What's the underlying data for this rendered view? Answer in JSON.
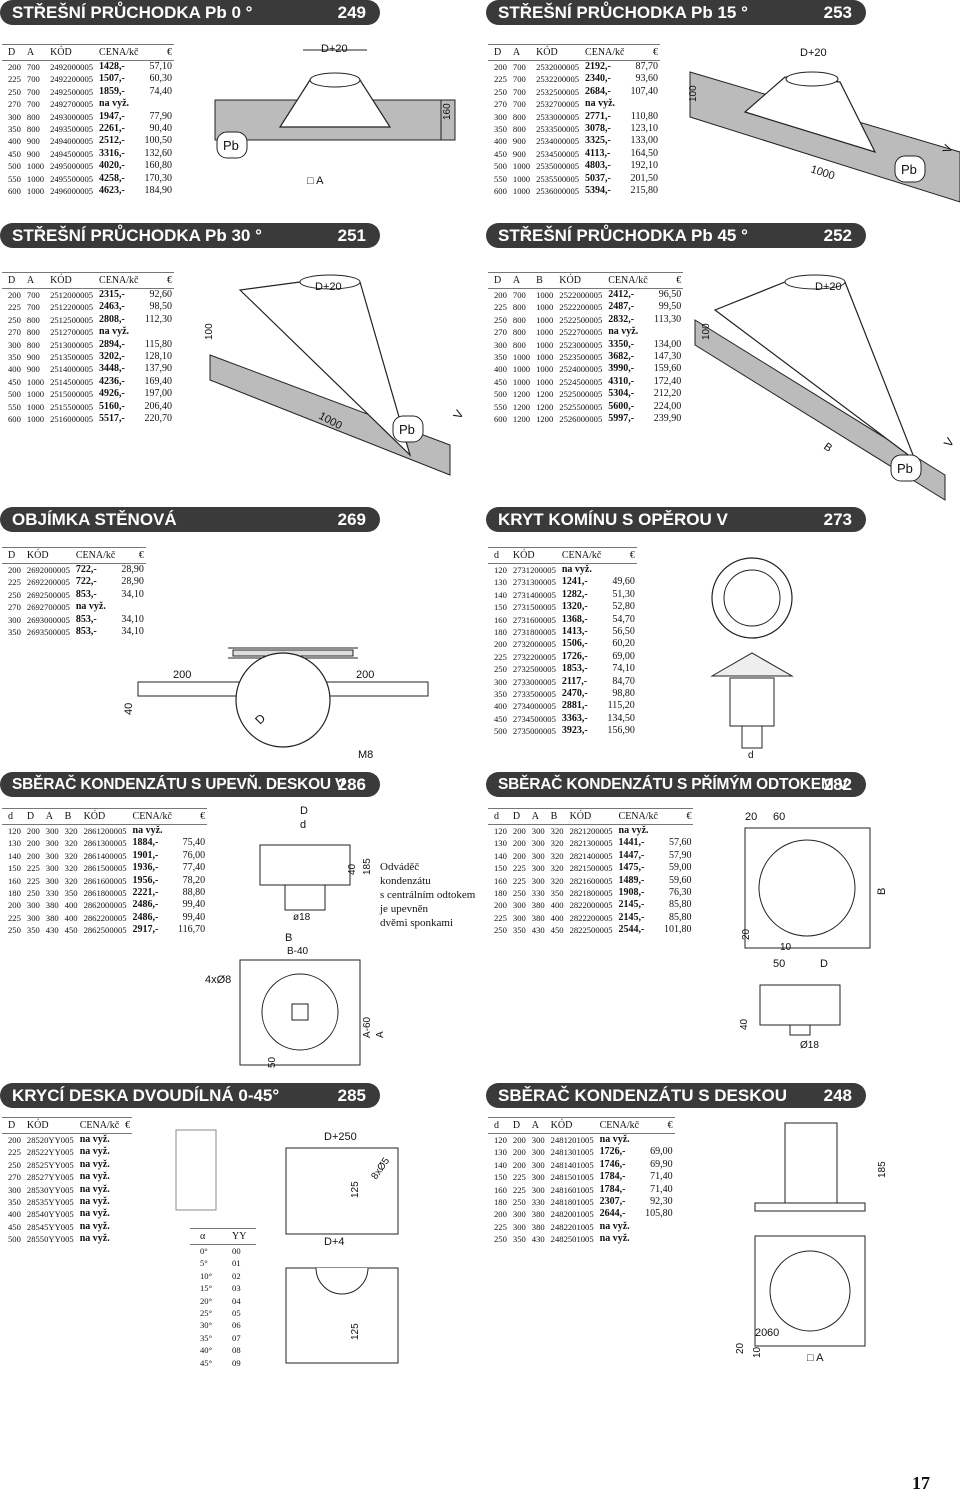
{
  "sections": [
    {
      "title": "STŘEŠNÍ PRŮCHODKA Pb 0 °",
      "page": "249",
      "headers": [
        "D",
        "A",
        "KÓD",
        "CENA/kč",
        "€"
      ],
      "rows": [
        [
          "200",
          "700",
          "2492000005",
          "1428,-",
          "57,10"
        ],
        [
          "225",
          "700",
          "2492200005",
          "1507,-",
          "60,30"
        ],
        [
          "250",
          "700",
          "2492500005",
          "1859,-",
          "74,40"
        ],
        [
          "270",
          "700",
          "2492700005",
          "na vyž.",
          ""
        ],
        [
          "300",
          "800",
          "2493000005",
          "1947,-",
          "77,90"
        ],
        [
          "350",
          "800",
          "2493500005",
          "2261,-",
          "90,40"
        ],
        [
          "400",
          "900",
          "2494000005",
          "2512,-",
          "100,50"
        ],
        [
          "450",
          "900",
          "2494500005",
          "3316,-",
          "132,60"
        ],
        [
          "500",
          "1000",
          "2495000005",
          "4020,-",
          "160,80"
        ],
        [
          "550",
          "1000",
          "2495500005",
          "4258,-",
          "170,30"
        ],
        [
          "600",
          "1000",
          "2496000005",
          "4623,-",
          "184,90"
        ]
      ]
    },
    {
      "title": "STŘEŠNÍ PRŮCHODKA Pb 15 °",
      "page": "253",
      "headers": [
        "D",
        "A",
        "KÓD",
        "CENA/kč",
        "€"
      ],
      "rows": [
        [
          "200",
          "700",
          "2532000005",
          "2192,-",
          "87,70"
        ],
        [
          "225",
          "700",
          "2532200005",
          "2340,-",
          "93,60"
        ],
        [
          "250",
          "700",
          "2532500005",
          "2684,-",
          "107,40"
        ],
        [
          "270",
          "700",
          "2532700005",
          "na vyž.",
          ""
        ],
        [
          "300",
          "800",
          "2533000005",
          "2771,-",
          "110,80"
        ],
        [
          "350",
          "800",
          "2533500005",
          "3078,-",
          "123,10"
        ],
        [
          "400",
          "900",
          "2534000005",
          "3325,-",
          "133,00"
        ],
        [
          "450",
          "900",
          "2534500005",
          "4113,-",
          "164,50"
        ],
        [
          "500",
          "1000",
          "2535000005",
          "4803,-",
          "192,10"
        ],
        [
          "550",
          "1000",
          "2535500005",
          "5037,-",
          "201,50"
        ],
        [
          "600",
          "1000",
          "2536000005",
          "5394,-",
          "215,80"
        ]
      ]
    },
    {
      "title": "STŘEŠNÍ PRŮCHODKA Pb 30 °",
      "page": "251",
      "headers": [
        "D",
        "A",
        "KÓD",
        "CENA/kč",
        "€"
      ],
      "rows": [
        [
          "200",
          "700",
          "2512000005",
          "2315,-",
          "92,60"
        ],
        [
          "225",
          "700",
          "2512200005",
          "2463,-",
          "98,50"
        ],
        [
          "250",
          "800",
          "2512500005",
          "2808,-",
          "112,30"
        ],
        [
          "270",
          "800",
          "2512700005",
          "na vyž.",
          ""
        ],
        [
          "300",
          "800",
          "2513000005",
          "2894,-",
          "115,80"
        ],
        [
          "350",
          "900",
          "2513500005",
          "3202,-",
          "128,10"
        ],
        [
          "400",
          "900",
          "2514000005",
          "3448,-",
          "137,90"
        ],
        [
          "450",
          "1000",
          "2514500005",
          "4236,-",
          "169,40"
        ],
        [
          "500",
          "1000",
          "2515000005",
          "4926,-",
          "197,00"
        ],
        [
          "550",
          "1000",
          "2515500005",
          "5160,-",
          "206,40"
        ],
        [
          "600",
          "1000",
          "2516000005",
          "5517,-",
          "220,70"
        ]
      ]
    },
    {
      "title": "STŘEŠNÍ PRŮCHODKA Pb 45 °",
      "page": "252",
      "headers": [
        "D",
        "A",
        "B",
        "KÓD",
        "CENA/kč",
        "€"
      ],
      "rows": [
        [
          "200",
          "700",
          "1000",
          "2522000005",
          "2412,-",
          "96,50"
        ],
        [
          "225",
          "800",
          "1000",
          "2522200005",
          "2487,-",
          "99,50"
        ],
        [
          "250",
          "800",
          "1000",
          "2522500005",
          "2832,-",
          "113,30"
        ],
        [
          "270",
          "800",
          "1000",
          "2522700005",
          "na vyž.",
          ""
        ],
        [
          "300",
          "800",
          "1000",
          "2523000005",
          "3350,-",
          "134,00"
        ],
        [
          "350",
          "1000",
          "1000",
          "2523500005",
          "3682,-",
          "147,30"
        ],
        [
          "400",
          "1000",
          "1000",
          "2524000005",
          "3990,-",
          "159,60"
        ],
        [
          "450",
          "1000",
          "1000",
          "2524500005",
          "4310,-",
          "172,40"
        ],
        [
          "500",
          "1200",
          "1200",
          "2525000005",
          "5304,-",
          "212,20"
        ],
        [
          "550",
          "1200",
          "1200",
          "2525500005",
          "5600,-",
          "224,00"
        ],
        [
          "600",
          "1200",
          "1200",
          "2526000005",
          "5997,-",
          "239,90"
        ]
      ]
    },
    {
      "title": "OBJÍMKA STĚNOVÁ",
      "page": "269",
      "headers": [
        "D",
        "KÓD",
        "CENA/kč",
        "€"
      ],
      "rows": [
        [
          "200",
          "2692000005",
          "722,-",
          "28,90"
        ],
        [
          "225",
          "2692200005",
          "722,-",
          "28,90"
        ],
        [
          "250",
          "2692500005",
          "853,-",
          "34,10"
        ],
        [
          "270",
          "2692700005",
          "na vyž.",
          ""
        ],
        [
          "300",
          "2693000005",
          "853,-",
          "34,10"
        ],
        [
          "350",
          "2693500005",
          "853,-",
          "34,10"
        ]
      ]
    },
    {
      "title": "KRYT KOMÍNU S OPĚROU V",
      "page": "273",
      "headers": [
        "d",
        "KÓD",
        "CENA/kč",
        "€"
      ],
      "rows": [
        [
          "120",
          "2731200005",
          "na vyž.",
          ""
        ],
        [
          "130",
          "2731300005",
          "1241,-",
          "49,60"
        ],
        [
          "140",
          "2731400005",
          "1282,-",
          "51,30"
        ],
        [
          "150",
          "2731500005",
          "1320,-",
          "52,80"
        ],
        [
          "160",
          "2731600005",
          "1368,-",
          "54,70"
        ],
        [
          "180",
          "2731800005",
          "1413,-",
          "56,50"
        ],
        [
          "200",
          "2732000005",
          "1506,-",
          "60,20"
        ],
        [
          "225",
          "2732200005",
          "1726,-",
          "69,00"
        ],
        [
          "250",
          "2732500005",
          "1853,-",
          "74,10"
        ],
        [
          "300",
          "2733000005",
          "2117,-",
          "84,70"
        ],
        [
          "350",
          "2733500005",
          "2470,-",
          "98,80"
        ],
        [
          "400",
          "2734000005",
          "2881,-",
          "115,20"
        ],
        [
          "450",
          "2734500005",
          "3363,-",
          "134,50"
        ],
        [
          "500",
          "2735000005",
          "3923,-",
          "156,90"
        ]
      ]
    },
    {
      "title": "SBĚRAČ KONDENZÁTU S UPEVŇ. DESKOU V",
      "page": "286",
      "headers": [
        "d",
        "D",
        "A",
        "B",
        "KÓD",
        "CENA/kč",
        "€"
      ],
      "rows": [
        [
          "120",
          "200",
          "300",
          "320",
          "2861200005",
          "na vyž.",
          ""
        ],
        [
          "130",
          "200",
          "300",
          "320",
          "2861300005",
          "1884,-",
          "75,40"
        ],
        [
          "140",
          "200",
          "300",
          "320",
          "2861400005",
          "1901,-",
          "76,00"
        ],
        [
          "150",
          "225",
          "300",
          "320",
          "2861500005",
          "1936,-",
          "77,40"
        ],
        [
          "160",
          "225",
          "300",
          "320",
          "2861600005",
          "1956,-",
          "78,20"
        ],
        [
          "180",
          "250",
          "330",
          "350",
          "2861800005",
          "2221,-",
          "88,80"
        ],
        [
          "200",
          "300",
          "380",
          "400",
          "2862000005",
          "2486,-",
          "99,40"
        ],
        [
          "225",
          "300",
          "380",
          "400",
          "2862200005",
          "2486,-",
          "99,40"
        ],
        [
          "250",
          "350",
          "430",
          "450",
          "2862500005",
          "2917,-",
          "116,70"
        ]
      ]
    },
    {
      "title": "SBĚRAČ KONDENZÁTU S PŘÍMÝM ODTOKEM V",
      "page": "282",
      "headers": [
        "d",
        "D",
        "A",
        "B",
        "KÓD",
        "CENA/kč",
        "€"
      ],
      "rows": [
        [
          "120",
          "200",
          "300",
          "320",
          "2821200005",
          "na vyž.",
          ""
        ],
        [
          "130",
          "200",
          "300",
          "320",
          "2821300005",
          "1441,-",
          "57,60"
        ],
        [
          "140",
          "200",
          "300",
          "320",
          "2821400005",
          "1447,-",
          "57,90"
        ],
        [
          "150",
          "225",
          "300",
          "320",
          "2821500005",
          "1475,-",
          "59,00"
        ],
        [
          "160",
          "225",
          "300",
          "320",
          "2821600005",
          "1489,-",
          "59,60"
        ],
        [
          "180",
          "250",
          "330",
          "350",
          "2821800005",
          "1908,-",
          "76,30"
        ],
        [
          "200",
          "300",
          "380",
          "400",
          "2822000005",
          "2145,-",
          "85,80"
        ],
        [
          "225",
          "300",
          "380",
          "400",
          "2822200005",
          "2145,-",
          "85,80"
        ],
        [
          "250",
          "350",
          "430",
          "450",
          "2822500005",
          "2544,-",
          "101,80"
        ]
      ]
    },
    {
      "title": "KRYCÍ DESKA DVOUDÍLNÁ 0-45°",
      "page": "285",
      "headers": [
        "D",
        "KÓD",
        "CENA/kč",
        "€"
      ],
      "rows": [
        [
          "200",
          "28520YY005",
          "na vyž.",
          ""
        ],
        [
          "225",
          "28522YY005",
          "na vyž.",
          ""
        ],
        [
          "250",
          "28525YY005",
          "na vyž.",
          ""
        ],
        [
          "270",
          "28527YY005",
          "na vyž.",
          ""
        ],
        [
          "300",
          "28530YY005",
          "na vyž.",
          ""
        ],
        [
          "350",
          "28535YY005",
          "na vyž.",
          ""
        ],
        [
          "400",
          "28540YY005",
          "na vyž.",
          ""
        ],
        [
          "450",
          "28545YY005",
          "na vyž.",
          ""
        ],
        [
          "500",
          "28550YY005",
          "na vyž.",
          ""
        ]
      ]
    },
    {
      "title": "SBĚRAČ KONDENZÁTU S DESKOU",
      "page": "248",
      "headers": [
        "d",
        "D",
        "A",
        "KÓD",
        "CENA/kč",
        "€"
      ],
      "rows": [
        [
          "120",
          "200",
          "300",
          "2481201005",
          "na vyž.",
          ""
        ],
        [
          "130",
          "200",
          "300",
          "2481301005",
          "1726,-",
          "69,00"
        ],
        [
          "140",
          "200",
          "300",
          "2481401005",
          "1746,-",
          "69,90"
        ],
        [
          "150",
          "225",
          "300",
          "2481501005",
          "1784,-",
          "71,40"
        ],
        [
          "160",
          "225",
          "300",
          "2481601005",
          "1784,-",
          "71,40"
        ],
        [
          "180",
          "250",
          "330",
          "2481801005",
          "2307,-",
          "92,30"
        ],
        [
          "200",
          "300",
          "380",
          "2482001005",
          "2644,-",
          "105,80"
        ],
        [
          "225",
          "300",
          "380",
          "2482201005",
          "na vyž.",
          ""
        ],
        [
          "250",
          "350",
          "430",
          "2482501005",
          "na vyž.",
          ""
        ]
      ]
    }
  ],
  "angle_table": {
    "headers": [
      "α",
      "YY"
    ],
    "rows": [
      [
        "0°",
        "00"
      ],
      [
        "5°",
        "01"
      ],
      [
        "10°",
        "02"
      ],
      [
        "15°",
        "03"
      ],
      [
        "20°",
        "04"
      ],
      [
        "25°",
        "05"
      ],
      [
        "30°",
        "06"
      ],
      [
        "35°",
        "07"
      ],
      [
        "40°",
        "08"
      ],
      [
        "45°",
        "09"
      ]
    ]
  },
  "labels": {
    "d_plus_20": "D+20",
    "pb": "Pb",
    "a_square": "□ A",
    "h160": "160",
    "h100": "100",
    "l1000": "1000",
    "v": "V",
    "b": "B",
    "w200": "200",
    "h40": "40",
    "d": "D",
    "m8": "M8",
    "d_small": "d",
    "h185": "185",
    "diam18": "ø18",
    "b40": "B-40",
    "holes": "4xØ8",
    "a60": "A-60",
    "a": "A",
    "w50": "50",
    "w20": "20",
    "w60": "60",
    "w10": "10",
    "h20": "20",
    "d250": "D+250",
    "d4": "D+4",
    "h125": "125",
    "holes5": "8xØ5",
    "a_sq": "□ A",
    "diam18b": "Ø18"
  },
  "note": [
    "Odváděč",
    "kondenzátu",
    "s centrálním odtokem",
    "je upevněn",
    "dvěmi sponkami"
  ],
  "page_number": "17"
}
